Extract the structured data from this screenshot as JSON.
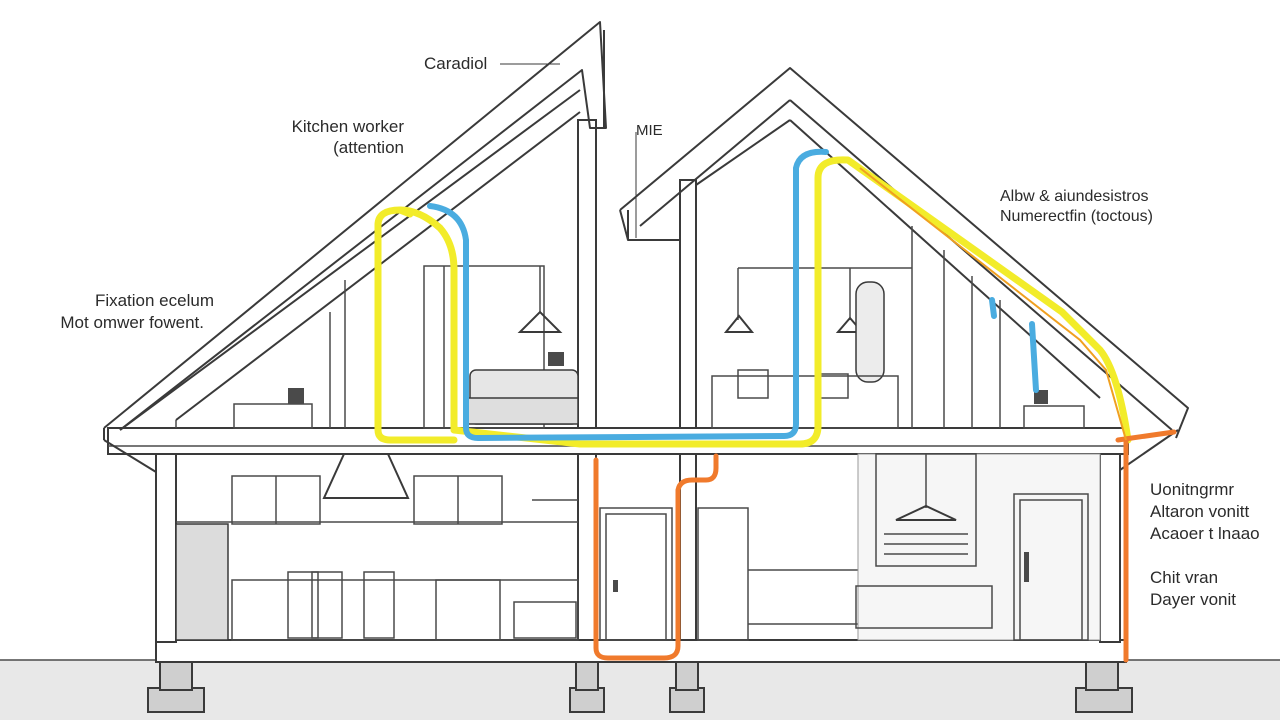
{
  "labels": {
    "top_center": "Caradiol",
    "upper_left_1": "Kitchen worker",
    "upper_left_2": "(attention",
    "mid_left_1": "Fixation ecelum",
    "mid_left_2": "Mot omwer fowent.",
    "top_mid": "MIE",
    "upper_right_1": "Albw & aiundesistros",
    "upper_right_2": "Numerectfin (toctous)",
    "lower_right_1": "Uonitngrmr",
    "lower_right_2": "Altaron vonitt",
    "lower_right_3": "Acaoer t lnaao",
    "lower_right_4": "Chit vran",
    "lower_right_5": "Dayer vonit"
  },
  "pipe_colors": {
    "yellow": "#f2ec2a",
    "blue": "#4aace0",
    "orange": "#f07a2c",
    "roof_accent": "#f0a020"
  }
}
